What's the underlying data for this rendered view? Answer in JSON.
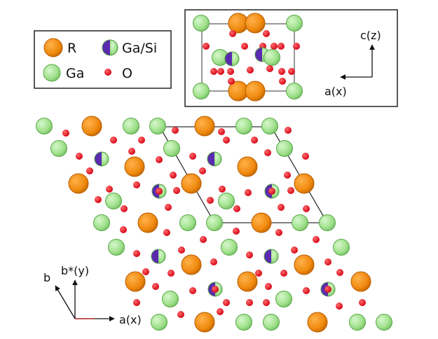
{
  "legend": {
    "items": [
      {
        "key": "R",
        "label": "R"
      },
      {
        "key": "Ga",
        "label": "Ga"
      },
      {
        "key": "GaSi",
        "label": "Ga/Si"
      },
      {
        "key": "O",
        "label": "O"
      }
    ]
  },
  "inset": {
    "axis_vertical_label": "c(z)",
    "axis_horizontal_label": "a(x)"
  },
  "main_axes": {
    "b_label": "b",
    "bstar_label": "b*(y)",
    "a_label": "a(x)"
  },
  "colors": {
    "R": "#f08a10",
    "R_edge": "#a85400",
    "Ga": "#9ee08a",
    "Ga_edge": "#4f9a3e",
    "Si": "#5a2bb0",
    "O": "#e0101c",
    "line": "#222222"
  }
}
